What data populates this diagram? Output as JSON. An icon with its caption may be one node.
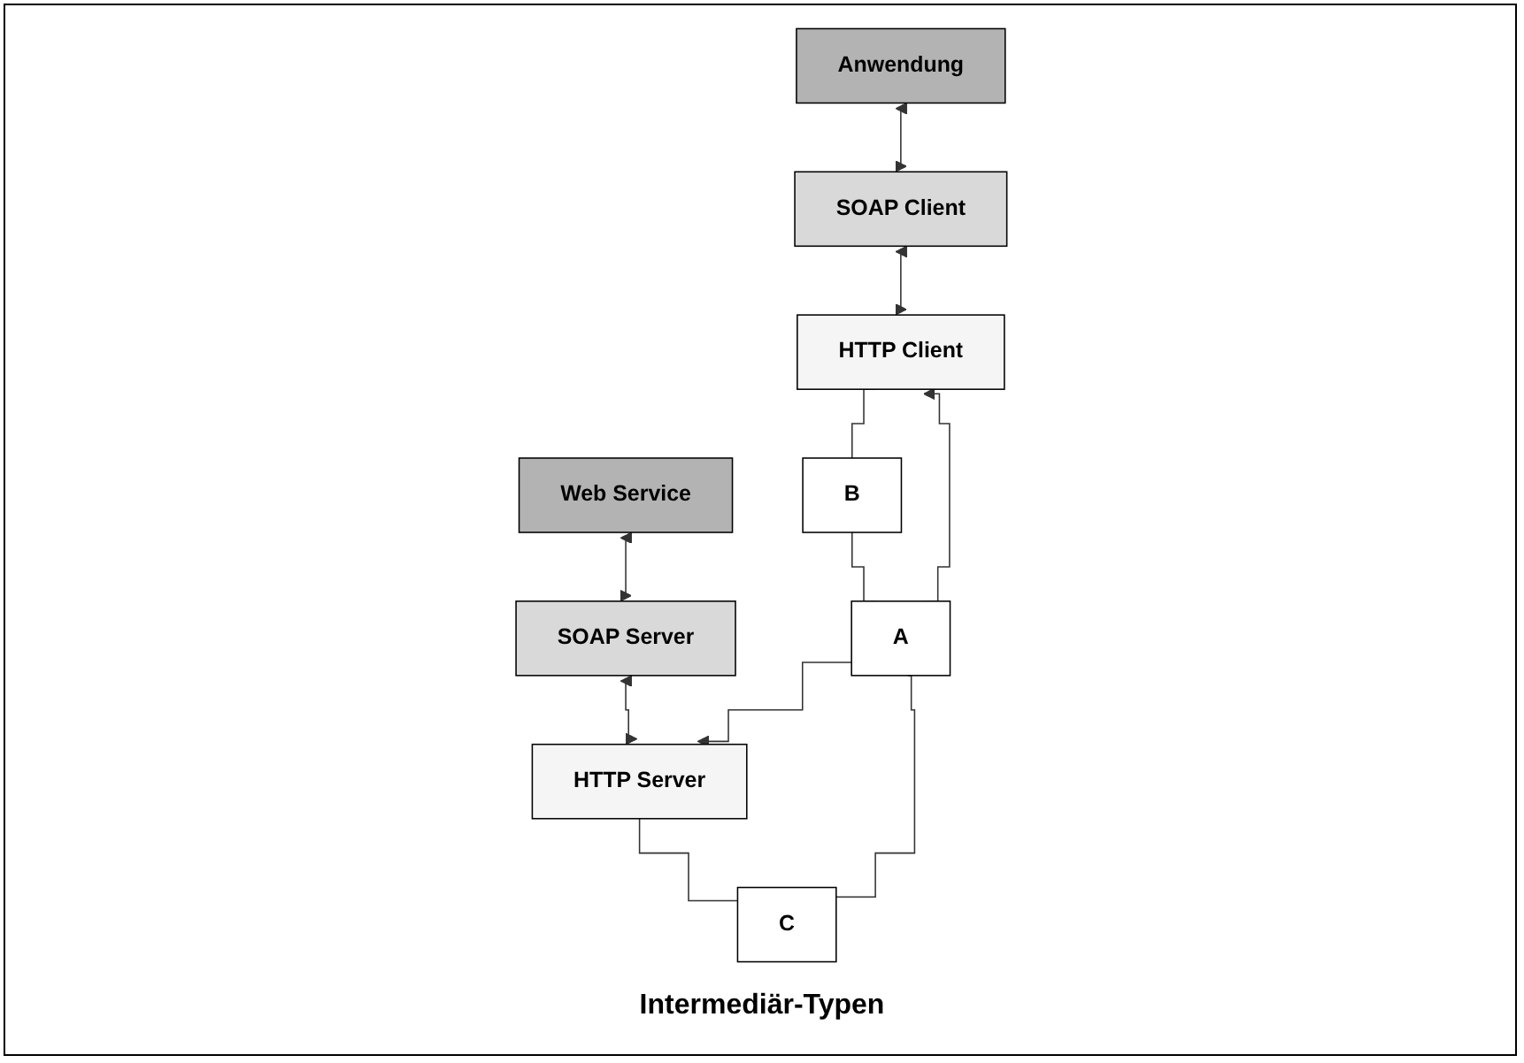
{
  "diagram": {
    "caption": "Intermediär-Typen",
    "nodes": [
      {
        "text": [
          "Anwendung"
        ]
      },
      {
        "text": [
          "Web Service"
        ]
      },
      {
        "text": [
          "SOAP Client"
        ]
      },
      {
        "text": [
          "SOAP Server"
        ]
      },
      {
        "text": [
          "HTTP Client"
        ]
      },
      {
        "text": [
          "HTTP Server"
        ]
      },
      {
        "text": [
          "B"
        ]
      },
      {
        "text": [
          "A"
        ]
      },
      {
        "text": [
          "C"
        ]
      }
    ],
    "edges": [
      {
        "from": 0,
        "to": 2,
        "arrow": "both"
      },
      {
        "from": 2,
        "to": 4,
        "arrow": "both"
      },
      {
        "from": 1,
        "to": 3,
        "arrow": "both"
      },
      {
        "from": 3,
        "to": 5,
        "arrow": "both"
      },
      {
        "from": 4,
        "to": 6,
        "arrow": "none"
      },
      {
        "from": 6,
        "to": 7,
        "arrow": "none"
      },
      {
        "from": 7,
        "to": 5,
        "arrow": "to"
      },
      {
        "from": 5,
        "to": 8,
        "arrow": "none"
      },
      {
        "from": 8,
        "to": 7,
        "arrow": "none"
      },
      {
        "from": 7,
        "to": 4,
        "arrow": "to"
      }
    ]
  }
}
